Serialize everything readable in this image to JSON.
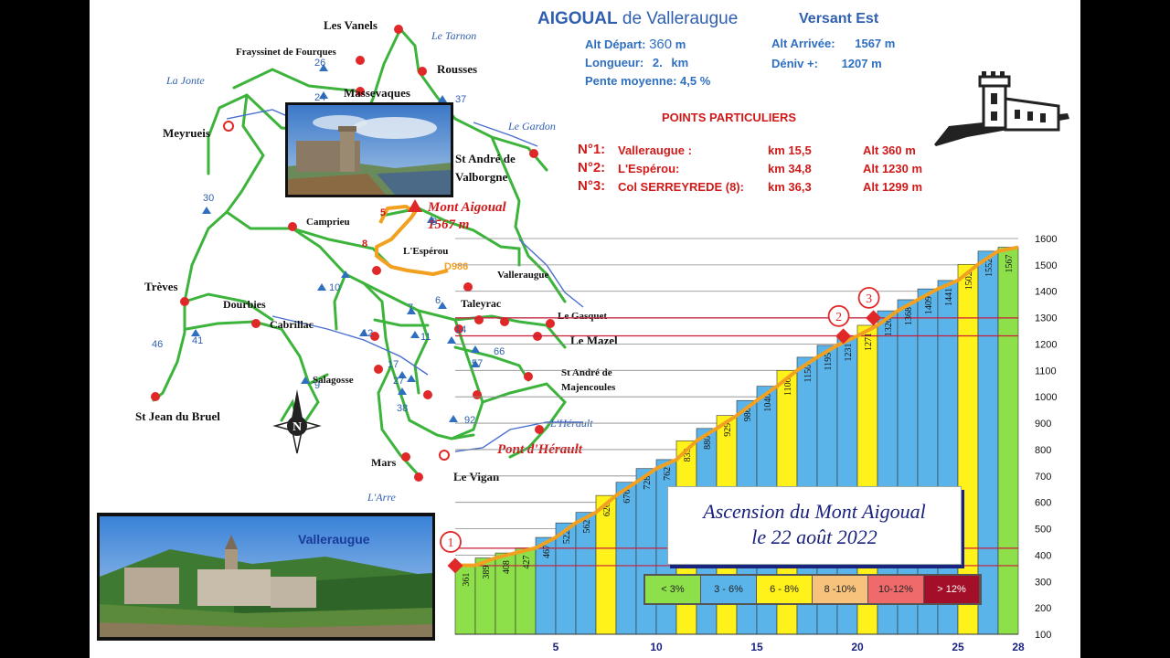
{
  "header": {
    "title_a": "AIGOUAL",
    "title_b": "de Valleraugue",
    "versant": "Versant Est"
  },
  "stats": {
    "alt_depart_label": "Alt Départ:",
    "alt_depart_value": "360",
    "alt_depart_unit": "m",
    "longueur_label": "Longueur:",
    "longueur_value": "2.",
    "longueur_unit": "km",
    "pente_label": "Pente moyenne:",
    "pente_value": "4,5 %",
    "alt_arrivee_label": "Alt Arrivée:",
    "alt_arrivee_value": "1567 m",
    "deniv_label": "Déniv +:",
    "deniv_value": "1207 m"
  },
  "points": {
    "title": "POINTS PARTICULIERS",
    "rows": [
      {
        "n": "N°1:",
        "name": "Valleraugue :",
        "km": "km 15,5",
        "alt": "Alt 360 m"
      },
      {
        "n": "N°2:",
        "name": "L'Espérou:",
        "km": "km 34,8",
        "alt": "Alt 1230 m"
      },
      {
        "n": "N°3:",
        "name": "Col SERREYREDE (8):",
        "km": "km 36,3",
        "alt": "Alt 1299 m"
      }
    ]
  },
  "map": {
    "places": [
      "Les Vanels",
      "Frayssinet de Fourques",
      "Le Tarnon",
      "Rousses",
      "La Jonte",
      "Massevaques",
      "Meyrueis",
      "Le Gardon",
      "St André de",
      "Valborgne",
      "Mont Aigoual",
      "1567 m",
      "Camprieu",
      "L'Espérou",
      "D986",
      "Valleraugue",
      "Trèves",
      "Dourbies",
      "Cabrillac",
      "Taleyrac",
      "Le Gasquet",
      "Le Mazel",
      "Salagosse",
      "St André de",
      "Majencoules",
      "St Jean du Bruel",
      "L'Hérault",
      "Pont d'Hérault",
      "Mars",
      "Le Vigan",
      "L'Arre"
    ],
    "road_numbers": [
      "26",
      "24",
      "37",
      "30",
      "5",
      "3",
      "8",
      "10",
      "7",
      "6",
      "14",
      "66",
      "57",
      "41",
      "46",
      "12",
      "11",
      "17",
      "27",
      "9",
      "38",
      "92"
    ],
    "photo_label": "Valleraugue"
  },
  "annotation": {
    "line1": "Ascension du Mont Aigoual",
    "line2": "le 22 août 2022"
  },
  "legend": [
    {
      "label": "< 3%",
      "color": "#8ee04a"
    },
    {
      "label": "3 - 6%",
      "color": "#5ab4ea"
    },
    {
      "label": "6 - 8%",
      "color": "#fff21a"
    },
    {
      "label": "8 -10%",
      "color": "#f7c27c"
    },
    {
      "label": "10-12%",
      "color": "#ef6a6a"
    },
    {
      "label": "> 12%",
      "color": "#a30f28"
    }
  ],
  "markers": [
    "1",
    "2",
    "3"
  ],
  "colors": {
    "profile_line": "#f2a020",
    "marker_red": "#e02828",
    "title_blue": "#2f5fae",
    "navy": "#1a237e"
  },
  "chart_data": {
    "type": "bar",
    "xlabel": "",
    "ylabel": "",
    "xlim": [
      0,
      28
    ],
    "ylim": [
      100,
      1600
    ],
    "x_ticks": [
      "5",
      "10",
      "15",
      "20",
      "25",
      "28"
    ],
    "y_ticks": [
      "100",
      "200",
      "300",
      "400",
      "500",
      "600",
      "700",
      "800",
      "900",
      "1000",
      "1100",
      "1200",
      "1300",
      "1400",
      "1500",
      "1600"
    ],
    "grid": true,
    "altitudes": [
      "361",
      "389",
      "408",
      "427",
      "467",
      "522",
      "562",
      "626",
      "676",
      "728",
      "762",
      "833",
      "880",
      "929",
      "986",
      "1040",
      "1100",
      "1150",
      "1195",
      "1231",
      "1271",
      "1326",
      "1368",
      "1409",
      "1441",
      "1502",
      "1552",
      "1567"
    ],
    "values": [
      361,
      389,
      408,
      427,
      467,
      522,
      562,
      626,
      676,
      728,
      762,
      833,
      880,
      929,
      986,
      1040,
      1100,
      1150,
      1195,
      1231,
      1271,
      1326,
      1368,
      1409,
      1441,
      1502,
      1552,
      1567
    ],
    "gradient_class": [
      "< 3%",
      "< 3%",
      "< 3%",
      "< 3%",
      "3 - 6%",
      "3 - 6%",
      "3 - 6%",
      "6 - 8%",
      "3 - 6%",
      "3 - 6%",
      "3 - 6%",
      "6 - 8%",
      "3 - 6%",
      "6 - 8%",
      "3 - 6%",
      "3 - 6%",
      "6 - 8%",
      "3 - 6%",
      "3 - 6%",
      "3 - 6%",
      "6 - 8%",
      "3 - 6%",
      "3 - 6%",
      "3 - 6%",
      "3 - 6%",
      "6 - 8%",
      "3 - 6%",
      "< 3%"
    ],
    "markers": [
      {
        "label": "1",
        "km": 0,
        "alt": 360
      },
      {
        "label": "2",
        "km": 19.3,
        "alt": 1230
      },
      {
        "label": "3",
        "km": 20.8,
        "alt": 1299
      }
    ]
  }
}
